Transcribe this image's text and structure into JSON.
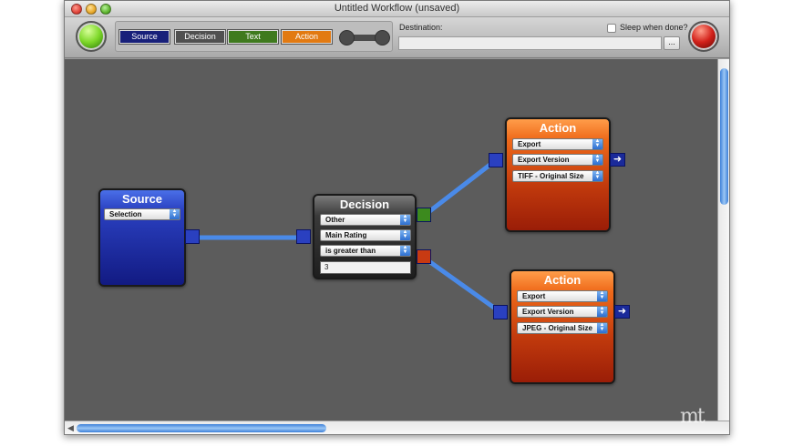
{
  "window": {
    "title": "Untitled Workflow (unsaved)"
  },
  "toolbar": {
    "palette": {
      "source": "Source",
      "decision": "Decision",
      "text": "Text",
      "action": "Action"
    },
    "destination_label": "Destination:",
    "destination_value": "",
    "browse_label": "...",
    "sleep_label": "Sleep when done?",
    "sleep_checked": false
  },
  "nodes": {
    "source": {
      "title": "Source",
      "selection": "Selection"
    },
    "decision": {
      "title": "Decision",
      "category": "Other",
      "field": "Main Rating",
      "operator": "is greater than",
      "value": "3"
    },
    "action_top": {
      "title": "Action",
      "op": "Export",
      "mode": "Export Version",
      "format": "TIFF - Original Size"
    },
    "action_bottom": {
      "title": "Action",
      "op": "Export",
      "mode": "Export Version",
      "format": "JPEG - Original Size"
    }
  },
  "watermark": "mt",
  "colors": {
    "source": "#2a40c0",
    "decision": "#3a3a3a",
    "action": "#ef6a1a",
    "wire": "#4a8ae8",
    "canvas": "#5c5c5c"
  }
}
